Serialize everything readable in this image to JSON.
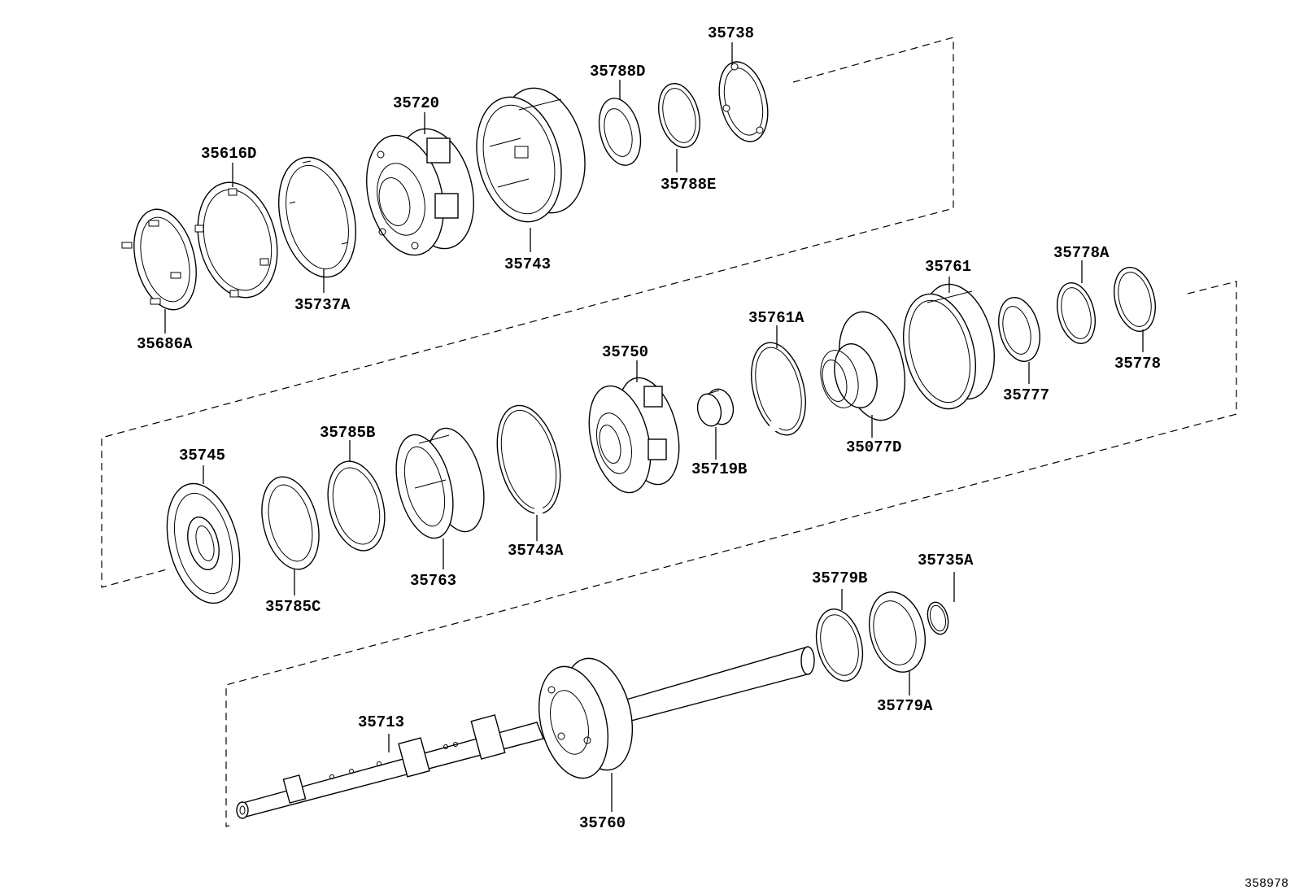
{
  "figure_number": "358978",
  "part_labels": {
    "p35738": "35738",
    "p35788D": "35788D",
    "p35720": "35720",
    "p35616D": "35616D",
    "p35788E": "35788E",
    "p35743": "35743",
    "p35737A": "35737A",
    "p35686A": "35686A",
    "p35761": "35761",
    "p35778A": "35778A",
    "p35761A": "35761A",
    "p35750": "35750",
    "p35778": "35778",
    "p35777": "35777",
    "p35077D": "35077D",
    "p35719B": "35719B",
    "p35745": "35745",
    "p35785B": "35785B",
    "p35743A": "35743A",
    "p35763": "35763",
    "p35785C": "35785C",
    "p35779B": "35779B",
    "p35735A": "35735A",
    "p35713": "35713",
    "p35779A": "35779A",
    "p35760": "35760"
  }
}
